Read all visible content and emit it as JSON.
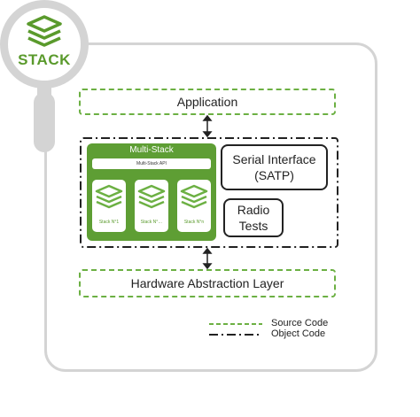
{
  "logo": {
    "text": "STACK",
    "icon": "stack-layers-icon"
  },
  "blocks": {
    "application": "Application",
    "multi_stack": {
      "title": "Multi-Stack",
      "api": "Multi-Stack API",
      "stacks": [
        "Stack N°1",
        "Stack N°…",
        "Stack N°n"
      ]
    },
    "serial_interface": {
      "line1": "Serial Interface",
      "line2": "(SATP)"
    },
    "radio_tests": {
      "line1": "Radio",
      "line2": "Tests"
    },
    "hal": "Hardware Abstraction Layer"
  },
  "legend": {
    "source_code": "Source Code",
    "object_code": "Object Code"
  },
  "colors": {
    "green": "#6cb043",
    "dark_green": "#5e9e34",
    "frame": "#d4d4d4",
    "line": "#222222"
  }
}
